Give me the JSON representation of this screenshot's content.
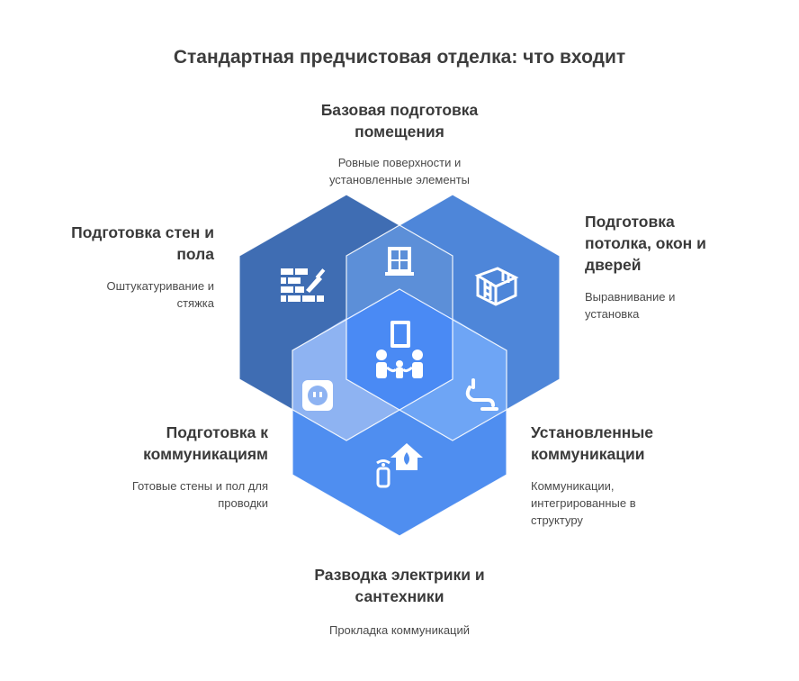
{
  "title": "Стандартная предчистовая отделка: что входит",
  "segments": [
    {
      "id": "base",
      "title_line1": "Базовая подготовка",
      "title_line2": "помещения",
      "desc_line1": "Ровные поверхности и",
      "desc_line2": "установленные элементы",
      "icon": "window-icon"
    },
    {
      "id": "walls",
      "title_line1": "Подготовка стен и",
      "title_line2": "пола",
      "desc_line1": "Оштукатуривание и",
      "desc_line2": "стяжка",
      "icon": "brick-trowel-icon"
    },
    {
      "id": "ceiling",
      "title_line1": "Подготовка",
      "title_line2": "потолка, окон и",
      "title_line3": "дверей",
      "desc_line1": "Выравнивание и",
      "desc_line2": "установка",
      "icon": "room-ladder-icon"
    },
    {
      "id": "comm_prep",
      "title_line1": "Подготовка к",
      "title_line2": "коммуникациям",
      "desc_line1": "Готовые стены и пол для",
      "desc_line2": "проводки",
      "icon": "socket-icon"
    },
    {
      "id": "installed",
      "title_line1": "Установленные",
      "title_line2": "коммуникации",
      "desc_line1": "Коммуникации,",
      "desc_line2": "интегрированные в",
      "desc_line3": "структуру",
      "icon": "faucet-icon"
    },
    {
      "id": "wiring",
      "title_line1": "Разводка электрики и",
      "title_line2": "сантехники",
      "desc_line1": "Прокладка коммуникаций",
      "icon": "home-water-remote-icon"
    }
  ],
  "center_icon": "family-home-icon",
  "colors": {
    "hex_top_left": "#3f6db3",
    "hex_top_right": "#4e86d9",
    "hex_bottom": "#4f8ef0",
    "overlap_top": "#5c8fd8",
    "overlap_left": "#8eb3f2",
    "overlap_right": "#6ea5f5",
    "center": "#4a8af4"
  }
}
